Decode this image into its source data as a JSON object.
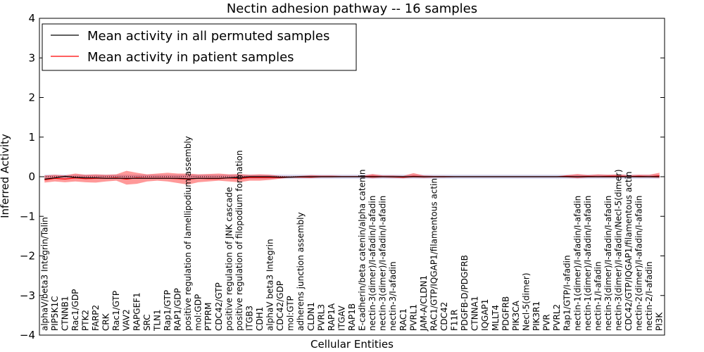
{
  "chart_data": {
    "type": "line",
    "title": "Nectin adhesion pathway -- 16 samples",
    "xlabel": "Cellular Entities",
    "ylabel": "Inferred Activity",
    "ylim": [
      -4,
      4
    ],
    "yticks": [
      "−4",
      "−3",
      "−2",
      "−1",
      "0",
      "1",
      "2",
      "3",
      "4"
    ],
    "grid": false,
    "legend_position": "top-left",
    "categories": [
      "alphaV/beta3 Integrin/Talin",
      "PIP5K1C",
      "CTNNB1",
      "Rac1/GDP",
      "PTK2",
      "FARP2",
      "CRK",
      "Rac1/GTP",
      "VAV2",
      "RAPGEF1",
      "SRC",
      "TLN1",
      "Rap1/GTP",
      "RAP1/GDP",
      "positive regulation of lamellipodium assembly",
      "mol:GDP",
      "PTPRM",
      "CDC42/GTP",
      "positive regulation of JNK cascade",
      "positive regulation of filopodium formation",
      "ITGB3",
      "CDH1",
      "alphaV beta3 Integrin",
      "CDC42/GDP",
      "mol:GTP",
      "adherens junction assembly",
      "CLDN1",
      "PVRL3",
      "RAP1A",
      "ITGAV",
      "RAP1B",
      "E-cadherin/beta catenin/alpha catenin",
      "nectin-3(dimer)/I-afadin/I-afadin",
      "nectin-3(dimer)/I-afadin/I-afadin",
      "nectin-3/I-afadin",
      "RAC1",
      "PVRL1",
      "JAM-A/CLDN1",
      "RAC1/GTP/IQGAP1/filamentous actin",
      "CDC42",
      "F11R",
      "PDGFB-D/PDGFRB",
      "CTNNA1",
      "IQGAP1",
      "MLLT4",
      "PDGFRB",
      "PIK3CA",
      "Necl-5(dimer)",
      "PIK3R1",
      "PVR",
      "PVRL2",
      "Rap1/GTP/I-afadin",
      "nectin-1(dimer)/I-afadin/I-afadin",
      "nectin-1(dimer)/I-afadin/I-afadin",
      "nectin-1/I-afadin",
      "nectin-3(dimer)/I-afadin/I-afadin",
      "nectin-3(dimer)/I-afadin/Necl-5(dimer)",
      "CDC42/GTP/IQGAP1/filamentous actin",
      "nectin-2(dimer)/I-afadin/I-afadin",
      "nectin-2/I-afadin",
      "PI3K"
    ],
    "series": [
      {
        "name": "Mean activity in all permuted samples",
        "color": "#000000",
        "values": [
          -0.06,
          -0.03,
          0.01,
          -0.02,
          -0.03,
          -0.03,
          -0.04,
          -0.04,
          -0.04,
          -0.04,
          -0.04,
          -0.04,
          -0.04,
          -0.04,
          -0.05,
          -0.04,
          -0.04,
          -0.04,
          -0.03,
          -0.02,
          0.0,
          0.0,
          0.0,
          -0.01,
          -0.01,
          0.0,
          0.0,
          0.0,
          0.0,
          0.0,
          0.0,
          0.0,
          0.0,
          0.0,
          0.0,
          0.0,
          0.0,
          0.0,
          0.0,
          0.0,
          0.0,
          0.0,
          0.0,
          0.0,
          0.0,
          0.0,
          0.0,
          0.0,
          0.0,
          0.0,
          0.0,
          0.0,
          0.0,
          0.0,
          0.0,
          0.0,
          0.0,
          0.0,
          0.0,
          0.0,
          0.0
        ]
      },
      {
        "name": "Mean activity in patient samples",
        "color": "#ff0000",
        "values": [
          -0.08,
          -0.04,
          -0.06,
          -0.03,
          -0.05,
          -0.04,
          -0.04,
          -0.03,
          -0.06,
          -0.03,
          -0.04,
          -0.04,
          -0.04,
          -0.05,
          -0.06,
          -0.04,
          -0.05,
          -0.05,
          -0.03,
          -0.05,
          -0.02,
          -0.02,
          -0.02,
          -0.02,
          -0.01,
          -0.01,
          -0.01,
          0.0,
          0.0,
          0.0,
          0.0,
          0.0,
          0.01,
          0.0,
          0.0,
          -0.01,
          0.01,
          0.0,
          0.0,
          0.0,
          0.0,
          0.0,
          0.0,
          0.0,
          0.0,
          0.0,
          0.0,
          0.0,
          0.0,
          0.0,
          0.0,
          0.01,
          0.0,
          0.01,
          0.0,
          0.01,
          0.01,
          0.0,
          0.01,
          0.0,
          0.02
        ],
        "band_low": [
          -0.15,
          -0.12,
          -0.14,
          -0.12,
          -0.14,
          -0.15,
          -0.12,
          -0.1,
          -0.2,
          -0.18,
          -0.12,
          -0.1,
          -0.12,
          -0.16,
          -0.2,
          -0.14,
          -0.12,
          -0.1,
          -0.12,
          -0.14,
          -0.1,
          -0.1,
          -0.08,
          -0.05,
          -0.02,
          -0.02,
          -0.03,
          -0.02,
          -0.02,
          -0.01,
          -0.01,
          -0.01,
          -0.04,
          -0.02,
          -0.03,
          -0.04,
          -0.02,
          -0.03,
          -0.02,
          -0.02,
          -0.01,
          -0.01,
          -0.01,
          -0.01,
          -0.01,
          -0.01,
          -0.01,
          -0.01,
          -0.01,
          -0.01,
          -0.01,
          -0.02,
          -0.04,
          -0.02,
          -0.02,
          -0.02,
          -0.02,
          -0.01,
          -0.02,
          -0.02,
          -0.03
        ],
        "band_high": [
          0.03,
          0.05,
          0.03,
          0.08,
          0.05,
          0.06,
          0.05,
          0.06,
          0.15,
          0.1,
          0.06,
          0.08,
          0.1,
          0.08,
          0.08,
          0.06,
          0.07,
          0.08,
          0.06,
          0.07,
          0.05,
          0.06,
          0.05,
          0.02,
          0.01,
          0.02,
          0.04,
          0.03,
          0.03,
          0.02,
          0.02,
          0.02,
          0.07,
          0.03,
          0.03,
          0.02,
          0.09,
          0.03,
          0.02,
          0.02,
          0.01,
          0.01,
          0.01,
          0.01,
          0.01,
          0.01,
          0.01,
          0.01,
          0.01,
          0.01,
          0.01,
          0.04,
          0.07,
          0.04,
          0.06,
          0.05,
          0.06,
          0.04,
          0.05,
          0.05,
          0.1
        ]
      }
    ],
    "permuted_band": {
      "low": -0.05,
      "high": 0.05,
      "color": "#b8b8e0"
    }
  }
}
